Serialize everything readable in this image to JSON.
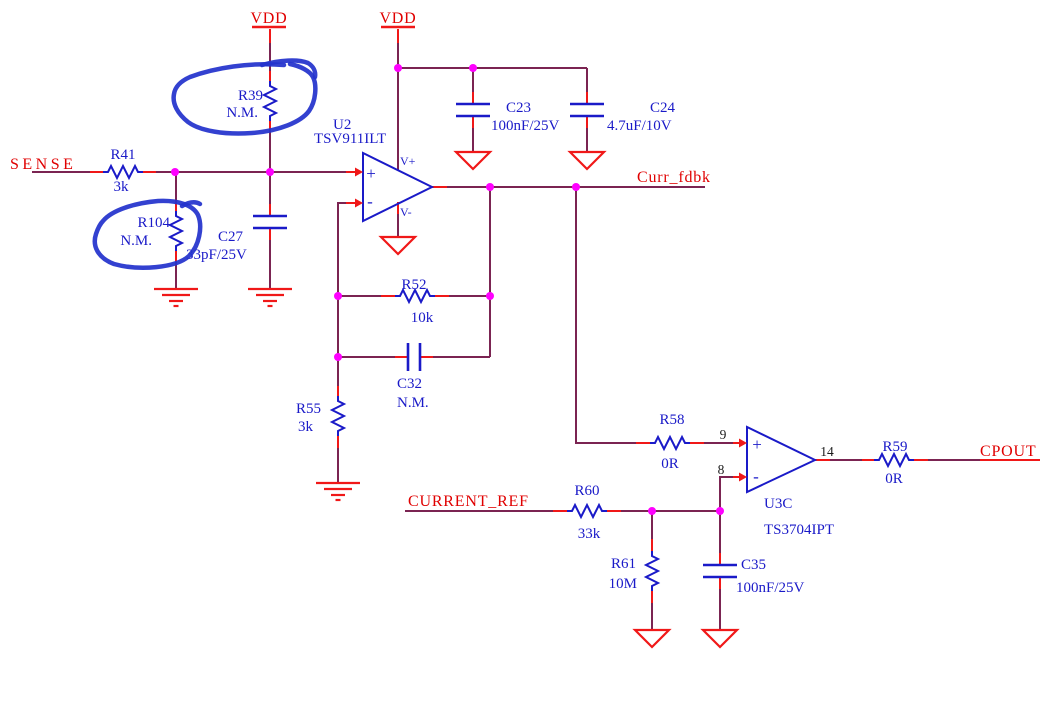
{
  "title": "Current feedback / comparator schematic sheet",
  "colors": {
    "wire": "#7b2452",
    "pin_stub": "#f01818",
    "symbol_blue": "#1a1ac8",
    "net_label_red": "#e00000",
    "junction_magenta": "#ff00ff",
    "marker_blue": "#2433cc",
    "pin_number_black": "#1a1a1a",
    "background": "#ffffff"
  },
  "power_labels": {
    "vdd_left": "VDD",
    "vdd_right": "VDD"
  },
  "net_labels": {
    "sense": "SENSE",
    "curr_fdbk": "Curr_fdbk",
    "current_ref": "CURRENT_REF",
    "cpout": "CPOUT"
  },
  "components": {
    "r41": {
      "ref": "R41",
      "value": "3k"
    },
    "r39": {
      "ref": "R39",
      "value": "N.M."
    },
    "r104": {
      "ref": "R104",
      "value": "N.M."
    },
    "c27": {
      "ref": "C27",
      "value": "33pF/25V"
    },
    "c23": {
      "ref": "C23",
      "value": "100nF/25V"
    },
    "c24": {
      "ref": "C24",
      "value": "4.7uF/10V"
    },
    "u2": {
      "ref": "U2",
      "part": "TSV911ILT",
      "pin_vplus": "V+",
      "pin_vminus": "V-",
      "in_plus": "+",
      "in_minus": "-"
    },
    "r52": {
      "ref": "R52",
      "value": "10k"
    },
    "c32": {
      "ref": "C32",
      "value": "N.M."
    },
    "r55": {
      "ref": "R55",
      "value": "3k"
    },
    "r58": {
      "ref": "R58",
      "value": "0R"
    },
    "r59": {
      "ref": "R59",
      "value": "0R"
    },
    "r60": {
      "ref": "R60",
      "value": "33k"
    },
    "r61": {
      "ref": "R61",
      "value": "10M"
    },
    "c35": {
      "ref": "C35",
      "value": "100nF/25V"
    },
    "u3c": {
      "ref": "U3C",
      "part": "TS3704IPT",
      "pin_in_plus": "9",
      "pin_in_minus": "8",
      "pin_out": "14",
      "in_plus": "+",
      "in_minus": "-"
    }
  },
  "annotations": {
    "highlights": [
      {
        "shape": "freehand-loop",
        "around": "R39"
      },
      {
        "shape": "freehand-loop",
        "around": "R104"
      }
    ]
  }
}
